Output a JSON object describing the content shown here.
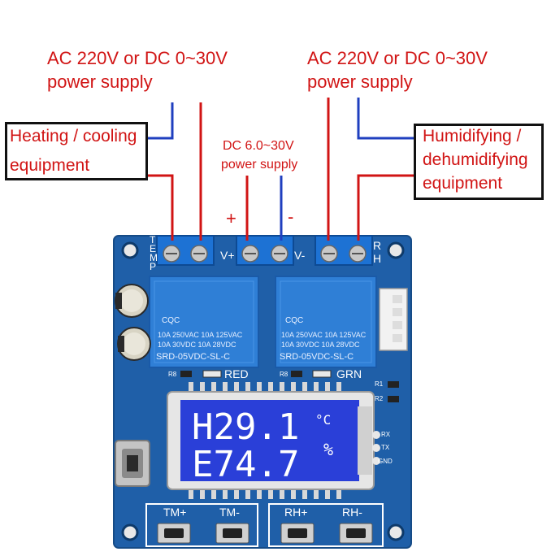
{
  "labels": {
    "left_supply_line1": "AC 220V or DC 0~30V",
    "left_supply_line2": "power supply",
    "right_supply_line1": "AC 220V or DC 0~30V",
    "right_supply_line2": "power supply",
    "dc_supply_line1": "DC 6.0~30V",
    "dc_supply_line2": "power supply",
    "heating_line1": "Heating / cooling",
    "heating_line2": "equipment",
    "humid_line1": "Humidifying /",
    "humid_line2": "dehumidifying",
    "humid_line3": "equipment",
    "plus": "+",
    "minus": "-"
  },
  "board": {
    "temp_label": "TEMP",
    "rh_label": "RH",
    "v_plus": "V+",
    "v_minus": "V-",
    "red_label": "RED",
    "grn_label": "GRN",
    "relay_model": "SRD-05VDC-SL-C",
    "relay_rating_1": "10A 250VAC  10A 125VAC",
    "relay_rating_2": "10A  30VDC  10A  28VDC",
    "relay_mark": "CQC",
    "r1": "R1",
    "r2": "R2",
    "r8": "R8",
    "rx": "RX",
    "tx": "TX",
    "gnd": "GND",
    "buttons": [
      "TM+",
      "TM-",
      "RH+",
      "RH-"
    ]
  },
  "lcd": {
    "line1": "H29.1",
    "unit1": "°C",
    "line2": "E74.7",
    "unit2": "%"
  },
  "colors": {
    "text_red": "#d11414",
    "wire_red": "#d11414",
    "wire_blue": "#1f3fbf",
    "pcb": "#1f5fa8",
    "relay": "#2f7fd6",
    "lcd_bg": "#2a3fd8",
    "terminal": "#1d72d4"
  }
}
